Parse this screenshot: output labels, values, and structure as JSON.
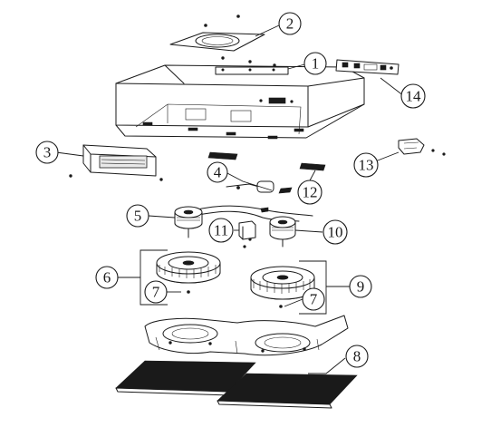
{
  "callouts": [
    {
      "id": "c1",
      "label": "1"
    },
    {
      "id": "c2",
      "label": "2"
    },
    {
      "id": "c3",
      "label": "3"
    },
    {
      "id": "c4",
      "label": "4"
    },
    {
      "id": "c5",
      "label": "5"
    },
    {
      "id": "c6",
      "label": "6"
    },
    {
      "id": "c7a",
      "label": "7"
    },
    {
      "id": "c7b",
      "label": "7"
    },
    {
      "id": "c8",
      "label": "8"
    },
    {
      "id": "c9",
      "label": "9"
    },
    {
      "id": "c10",
      "label": "10"
    },
    {
      "id": "c11",
      "label": "11"
    },
    {
      "id": "c12",
      "label": "12"
    },
    {
      "id": "c13",
      "label": "13"
    },
    {
      "id": "c14",
      "label": "14"
    }
  ],
  "colors": {
    "line": "#1a1a1a",
    "background": "#ffffff",
    "filter": "#1a1a1a"
  }
}
